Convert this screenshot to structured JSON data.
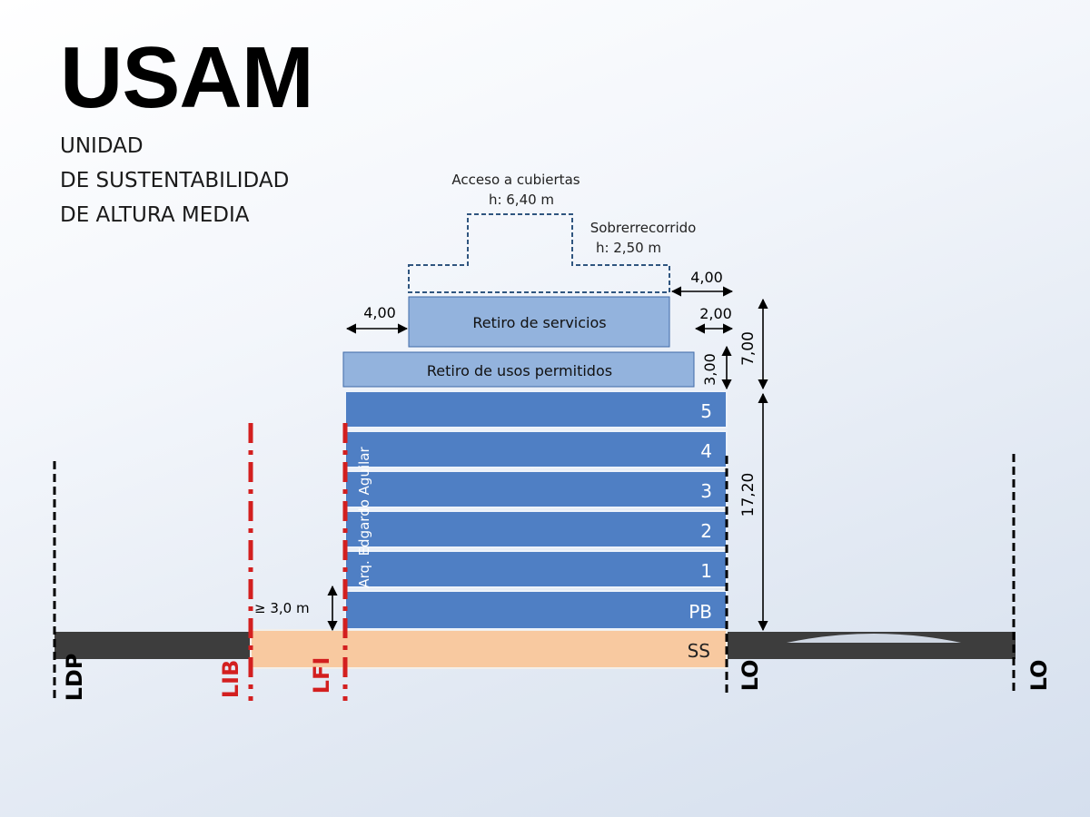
{
  "header": {
    "title": "USAM",
    "subtitle_lines": [
      "UNIDAD",
      "DE SUSTENTABILIDAD",
      "DE ALTURA MEDIA"
    ]
  },
  "annotations": {
    "access": {
      "line1": "Acceso a cubiertas",
      "line2": "h: 6,40 m"
    },
    "overrun": {
      "line1": "Sobrerrecorrido",
      "line2": "h: 2,50 m"
    },
    "author": "Arq. Edgardo Aguilar",
    "min_height": "≥ 3,0 m"
  },
  "setbacks": {
    "services_label": "Retiro de servicios",
    "permitted_uses_label": "Retiro de usos permitidos"
  },
  "floors": [
    "5",
    "4",
    "3",
    "2",
    "1",
    "PB"
  ],
  "basement": "SS",
  "dimensions": {
    "top_right": "4,00",
    "services_left": "4,00",
    "services_right": "2,00",
    "permitted_height": "3,00",
    "upper_height": "7,00",
    "building_height": "17,20"
  },
  "reference_lines": {
    "ldp": "LDP",
    "lib": "LIB",
    "lfi": "LFI",
    "lo_left": "LO",
    "lo_right": "LO"
  },
  "colors": {
    "floor_fill": "#4f7fc4",
    "setback_fill": "#93b3dd",
    "basement_fill": "#f8c9a0",
    "ground_fill": "#3d3d3d",
    "red_line": "#d31f1f"
  }
}
